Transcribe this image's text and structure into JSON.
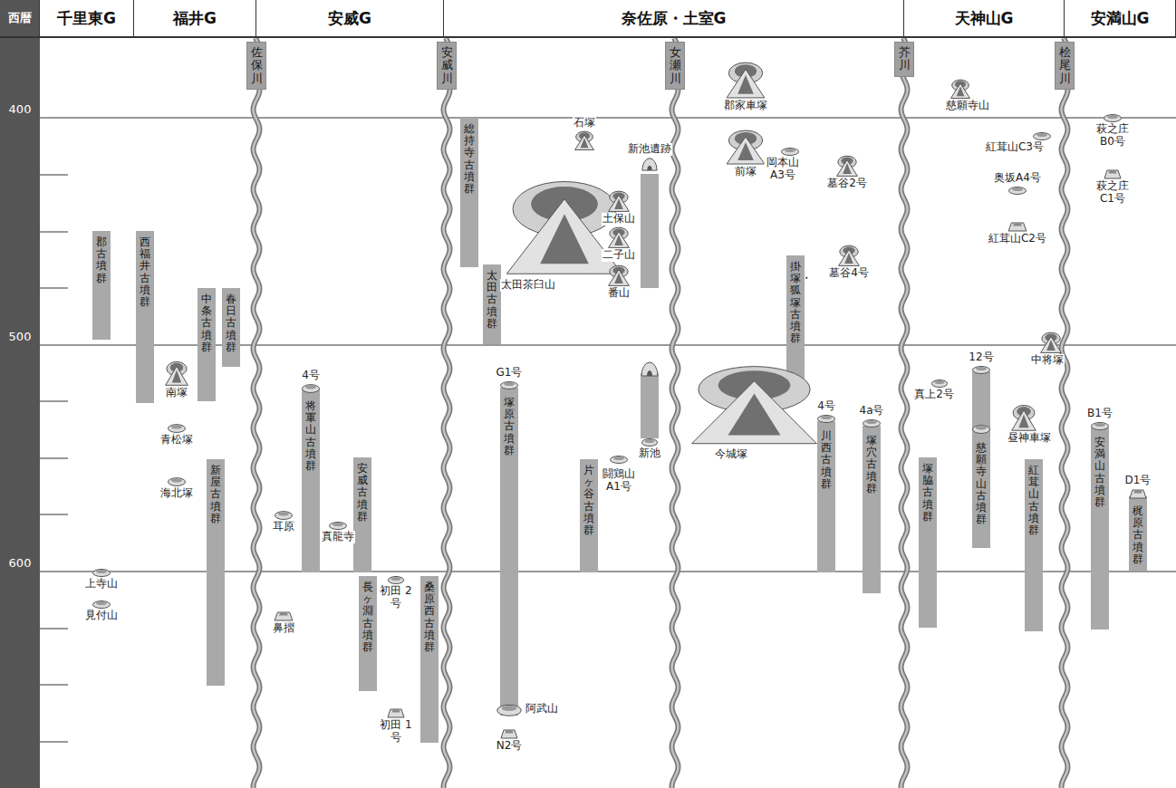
{
  "diagram": {
    "nodes": [
      {
        "text": [
          "西暦"
        ]
      },
      {
        "text": [
          "千里東G"
        ]
      },
      {
        "text": [
          "福井G"
        ]
      },
      {
        "text": [
          "安威G"
        ]
      },
      {
        "text": [
          "奈佐原・土室G"
        ]
      },
      {
        "text": [
          "天神山G"
        ]
      },
      {
        "text": [
          "安満山G"
        ]
      },
      {
        "text": [
          "佐保川"
        ]
      },
      {
        "text": [
          "安威川"
        ]
      },
      {
        "text": [
          "女瀬川"
        ]
      },
      {
        "text": [
          "芥川"
        ]
      },
      {
        "text": [
          "桧尾川"
        ]
      },
      {
        "text": [
          "郡古墳群"
        ]
      },
      {
        "text": [
          "西福井古墳群"
        ]
      },
      {
        "text": [
          "中条古墳群"
        ]
      },
      {
        "text": [
          "春日古墳群"
        ]
      },
      {
        "text": [
          "南塚"
        ]
      },
      {
        "text": [
          "青松塚"
        ]
      },
      {
        "text": [
          "海北塚"
        ]
      },
      {
        "text": [
          "新屋古墳群"
        ]
      },
      {
        "text": [
          "上寺山"
        ]
      },
      {
        "text": [
          "見付山"
        ]
      },
      {
        "text": [
          "4号"
        ]
      },
      {
        "text": [
          "将軍山古墳群"
        ]
      },
      {
        "text": [
          "耳原"
        ]
      },
      {
        "text": [
          "真龍寺"
        ]
      },
      {
        "text": [
          "安威古墳群"
        ]
      },
      {
        "text": [
          "鼻摺"
        ]
      },
      {
        "text": [
          "長ヶ淵古墳群"
        ]
      },
      {
        "text": [
          "初田 2号"
        ]
      },
      {
        "text": [
          "初田 1号"
        ]
      },
      {
        "text": [
          "桑原西古墳群"
        ]
      },
      {
        "text": [
          "総持寺古墳群"
        ]
      },
      {
        "text": [
          "太田古墳群"
        ]
      },
      {
        "text": [
          "太田茶臼山"
        ]
      },
      {
        "text": [
          "石塚"
        ]
      },
      {
        "text": [
          "新池遺跡"
        ]
      },
      {
        "text": [
          "土保山"
        ]
      },
      {
        "text": [
          "二子山"
        ]
      },
      {
        "text": [
          "番山"
        ]
      },
      {
        "text": [
          "新池"
        ]
      },
      {
        "text": [
          "G1号"
        ]
      },
      {
        "text": [
          "塚原古墳群"
        ]
      },
      {
        "text": [
          "阿武山"
        ]
      },
      {
        "text": [
          "N2号"
        ]
      },
      {
        "text": [
          "片ヶ谷古墳群"
        ]
      },
      {
        "text": [
          "闘鶏山 A1号"
        ]
      },
      {
        "text": [
          "郡家車塚"
        ]
      },
      {
        "text": [
          "前塚"
        ]
      },
      {
        "text": [
          "岡本山 A3号"
        ]
      },
      {
        "text": [
          "墓谷2号"
        ]
      },
      {
        "text": [
          "墓谷4号"
        ]
      },
      {
        "text": [
          "掛塚・狐塚古墳群"
        ]
      },
      {
        "text": [
          "今城塚"
        ]
      },
      {
        "text": [
          "4号"
        ]
      },
      {
        "text": [
          "川西古墳群"
        ]
      },
      {
        "text": [
          "4a号"
        ]
      },
      {
        "text": [
          "塚穴古墳群"
        ]
      },
      {
        "text": [
          "慈願寺山"
        ]
      },
      {
        "text": [
          "紅茸山C3号"
        ]
      },
      {
        "text": [
          "奥坂A4号"
        ]
      },
      {
        "text": [
          "紅茸山C2号"
        ]
      },
      {
        "text": [
          "12号"
        ]
      },
      {
        "text": [
          "慈願寺山古墳群"
        ]
      },
      {
        "text": [
          "中将塚"
        ]
      },
      {
        "text": [
          "真上2号"
        ]
      },
      {
        "text": [
          "塚脇古墳群"
        ]
      },
      {
        "text": [
          "昼神車塚"
        ]
      },
      {
        "text": [
          "紅茸山古墳群"
        ]
      },
      {
        "text": [
          "萩之庄 B0号"
        ]
      },
      {
        "text": [
          "萩之庄 C1号"
        ]
      },
      {
        "text": [
          "B1号"
        ]
      },
      {
        "text": [
          "安満山古墳群"
        ]
      },
      {
        "text": [
          "D1号"
        ]
      },
      {
        "text": [
          "梶原古墳群"
        ]
      }
    ],
    "labels": [
      "400",
      "500",
      "600"
    ]
  }
}
